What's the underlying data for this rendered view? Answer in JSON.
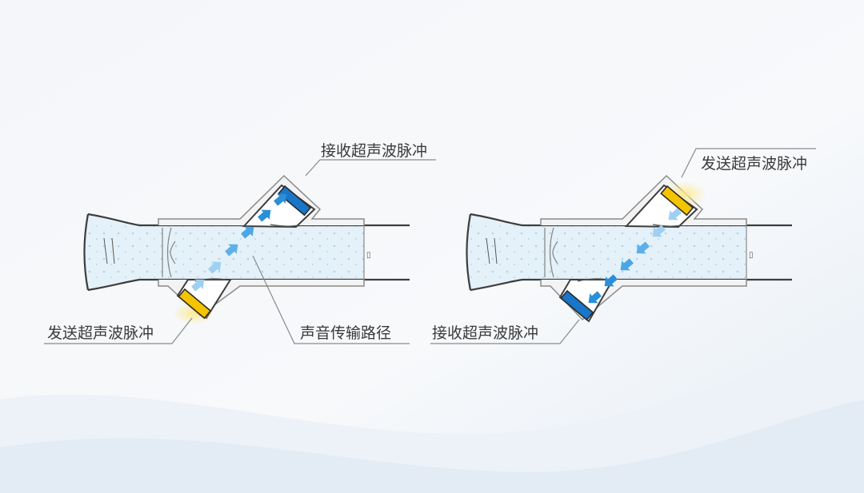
{
  "diagram": {
    "left": {
      "receive_label": "接收超声波脉冲",
      "send_label": "发送超声波脉冲",
      "path_label": "声音传输路径",
      "end_mark": "▯"
    },
    "right": {
      "send_label": "发送超声波脉冲",
      "receive_label": "接收超声波脉冲",
      "end_mark": "▯"
    }
  },
  "colors": {
    "pipe_outline": "#3d3d3d",
    "fluid": "#e4f1f9",
    "fluid_dots": "#a9d1ec",
    "receiver_blue": "#1976c8",
    "sender_yellow": "#f5c400",
    "arrow_blue": "#2a8fd9",
    "arrow_light": "#9fd0f2",
    "leader_line": "#8a8a8a"
  }
}
